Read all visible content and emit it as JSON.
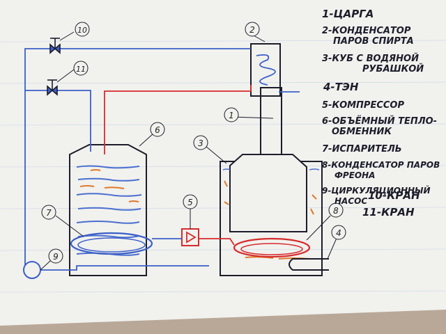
{
  "colors": {
    "paper": "#f1f1ee",
    "ground": "#b9a898",
    "ink": "#1c1c2a",
    "water_line": "#3a5fc8",
    "vapor_line": "#d62a2a",
    "water_fill": "#4a6fd0",
    "sediment": "#e0792a",
    "grid": "#c9d6e6"
  },
  "labels": {
    "l1": "Царга",
    "l2": "Конденсатор паров спирта",
    "l3": "Куб с водяной рубашкой",
    "l4": "ТЭН",
    "l5": "Компрессор",
    "l6": "Объёмный теплообменник",
    "l7": "Испаритель",
    "l8": "Конденсатор паров фреона",
    "l9": "Циркуляционный насос",
    "l10": "Кран",
    "l11": "Кран"
  },
  "legend": [
    {
      "num": "1",
      "lines": [
        "1-ЦАРГА"
      ]
    },
    {
      "num": "2",
      "lines": [
        "2-КОНДЕНСАТОР",
        "ПАРОВ СПИРТА"
      ]
    },
    {
      "num": "3",
      "lines": [
        "3-КУБ С ВОДЯНОЙ",
        "РУБАШКОЙ"
      ]
    },
    {
      "num": "4",
      "lines": [
        "4-ТЭН"
      ]
    },
    {
      "num": "5",
      "lines": [
        "5-КОМПРЕССОР"
      ]
    },
    {
      "num": "6",
      "lines": [
        "6-ОБЪЁМНЫЙ ТЕПЛО-",
        "ОБМЕННИК"
      ]
    },
    {
      "num": "7",
      "lines": [
        "7-ИСПАРИТЕЛЬ"
      ]
    },
    {
      "num": "8",
      "lines": [
        "8-КОНДЕНСАТОР ПАРОВ",
        "ФРЕОНА"
      ]
    },
    {
      "num": "9",
      "lines": [
        "9-ЦИРКУЛЯЦИОННЫЙ",
        "НАСОС"
      ]
    },
    {
      "num": "10",
      "lines": [
        "10-КРАН"
      ]
    },
    {
      "num": "11",
      "lines": [
        "11-КРАН"
      ]
    }
  ],
  "markers": [
    "1",
    "2",
    "3",
    "4",
    "5",
    "6",
    "7",
    "8",
    "9",
    "10",
    "11"
  ]
}
